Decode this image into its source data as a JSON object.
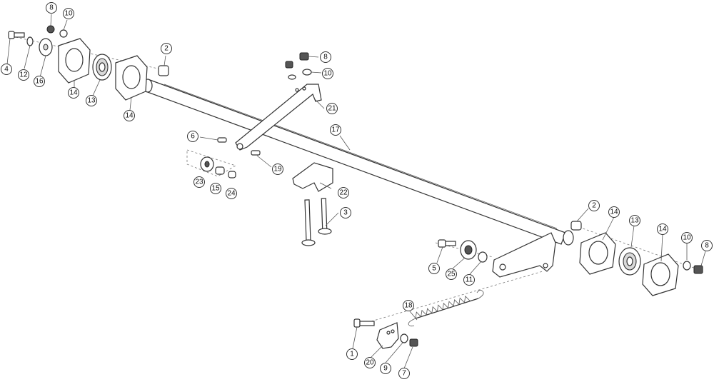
{
  "callouts": {
    "c4": "4",
    "c12": "12",
    "c16": "16",
    "c14a": "14",
    "c13a": "13",
    "c14b": "14",
    "c8a": "8",
    "c10a": "10",
    "c2a": "2",
    "c8b": "8",
    "c10b": "10",
    "c21": "21",
    "c17": "17",
    "c6": "6",
    "c19": "19",
    "c23": "23",
    "c15": "15",
    "c24": "24",
    "c22": "22",
    "c3": "3",
    "c2b": "2",
    "c14c": "14",
    "c13b": "13",
    "c14d": "14",
    "c10c": "10",
    "c8c": "8",
    "c5": "5",
    "c25": "25",
    "c11": "11",
    "c18": "18",
    "c1": "1",
    "c20": "20",
    "c9": "9",
    "c7": "7"
  }
}
